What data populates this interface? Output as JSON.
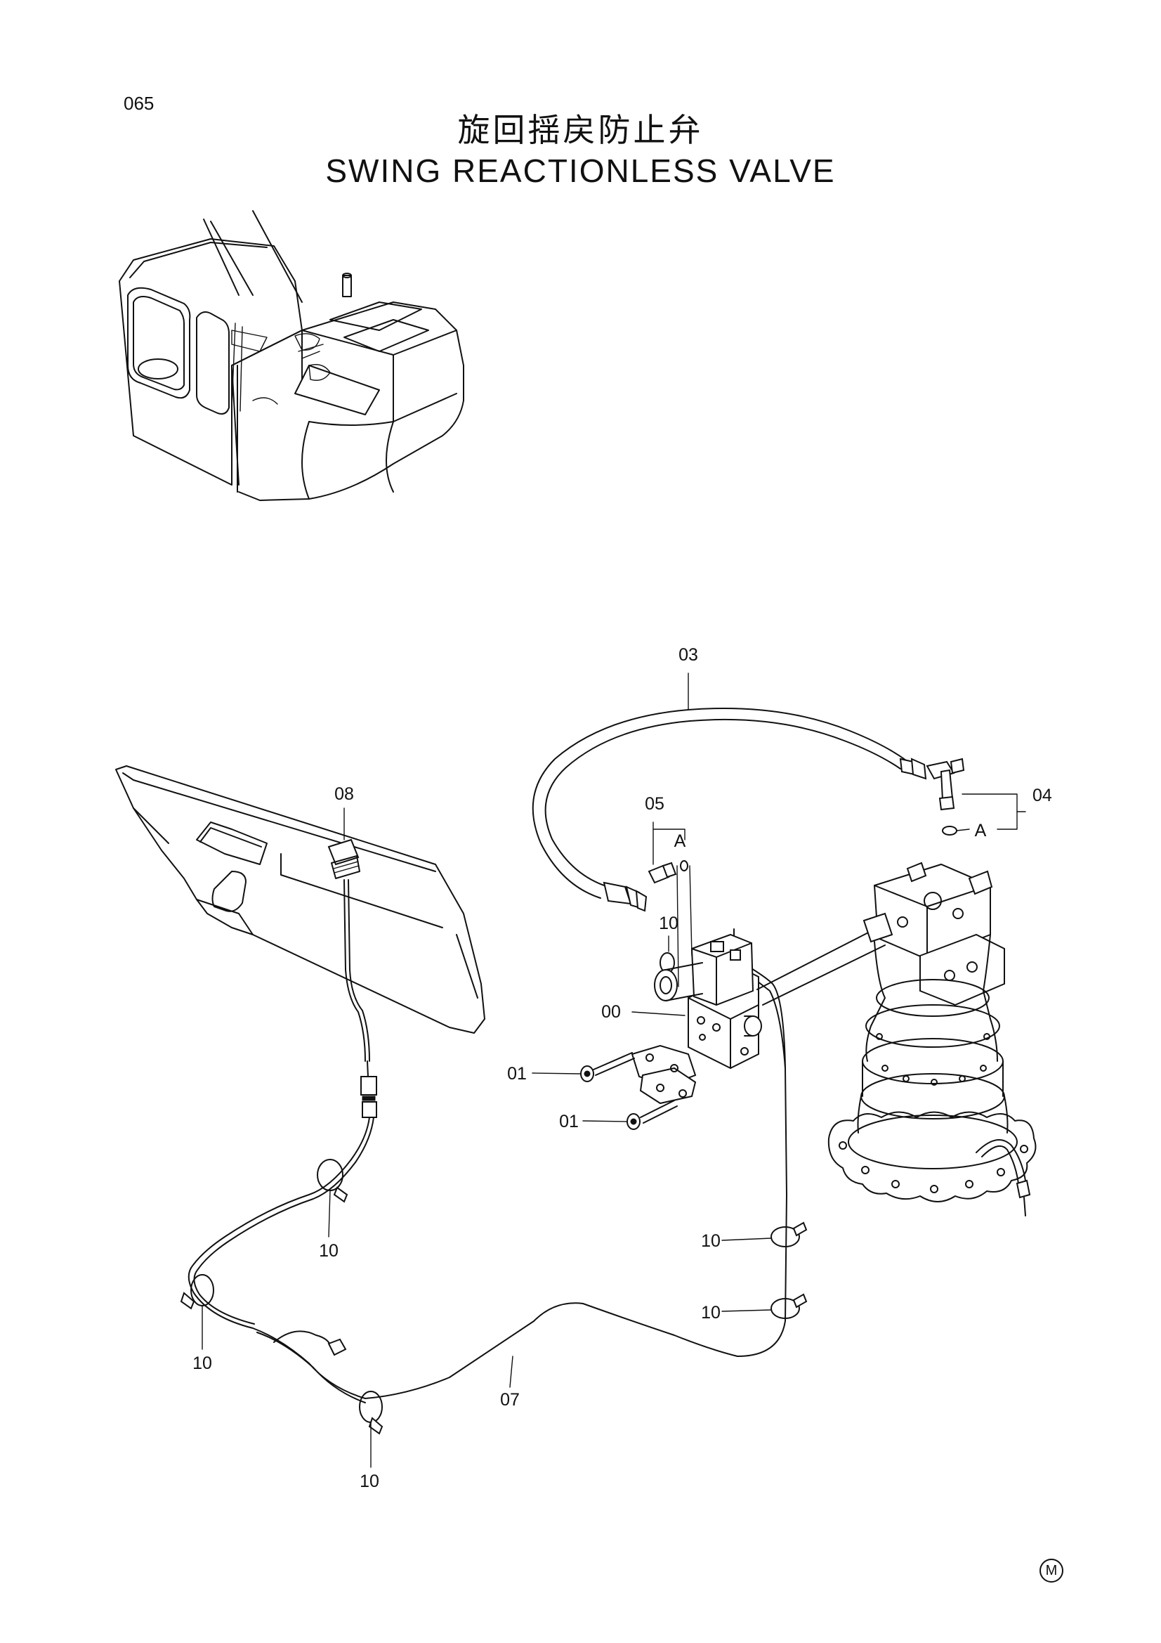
{
  "page_number": "065",
  "title_jp": "旋回揺戻防止弁",
  "title_en": "SWING REACTIONLESS VALVE",
  "mark": "M",
  "callouts": {
    "hose": "03",
    "fitting_05": "05",
    "fitting_04": "04",
    "detail_a_left": "A",
    "detail_a_right": "A",
    "harness_connector": "08",
    "clamp_valve": "10",
    "valve": "00",
    "bolt_upper": "01",
    "bolt_lower": "01",
    "clamp_a": "10",
    "clamp_b": "10",
    "clamp_c": "10",
    "clamp_d": "10",
    "clamp_e": "10",
    "harness": "07"
  }
}
